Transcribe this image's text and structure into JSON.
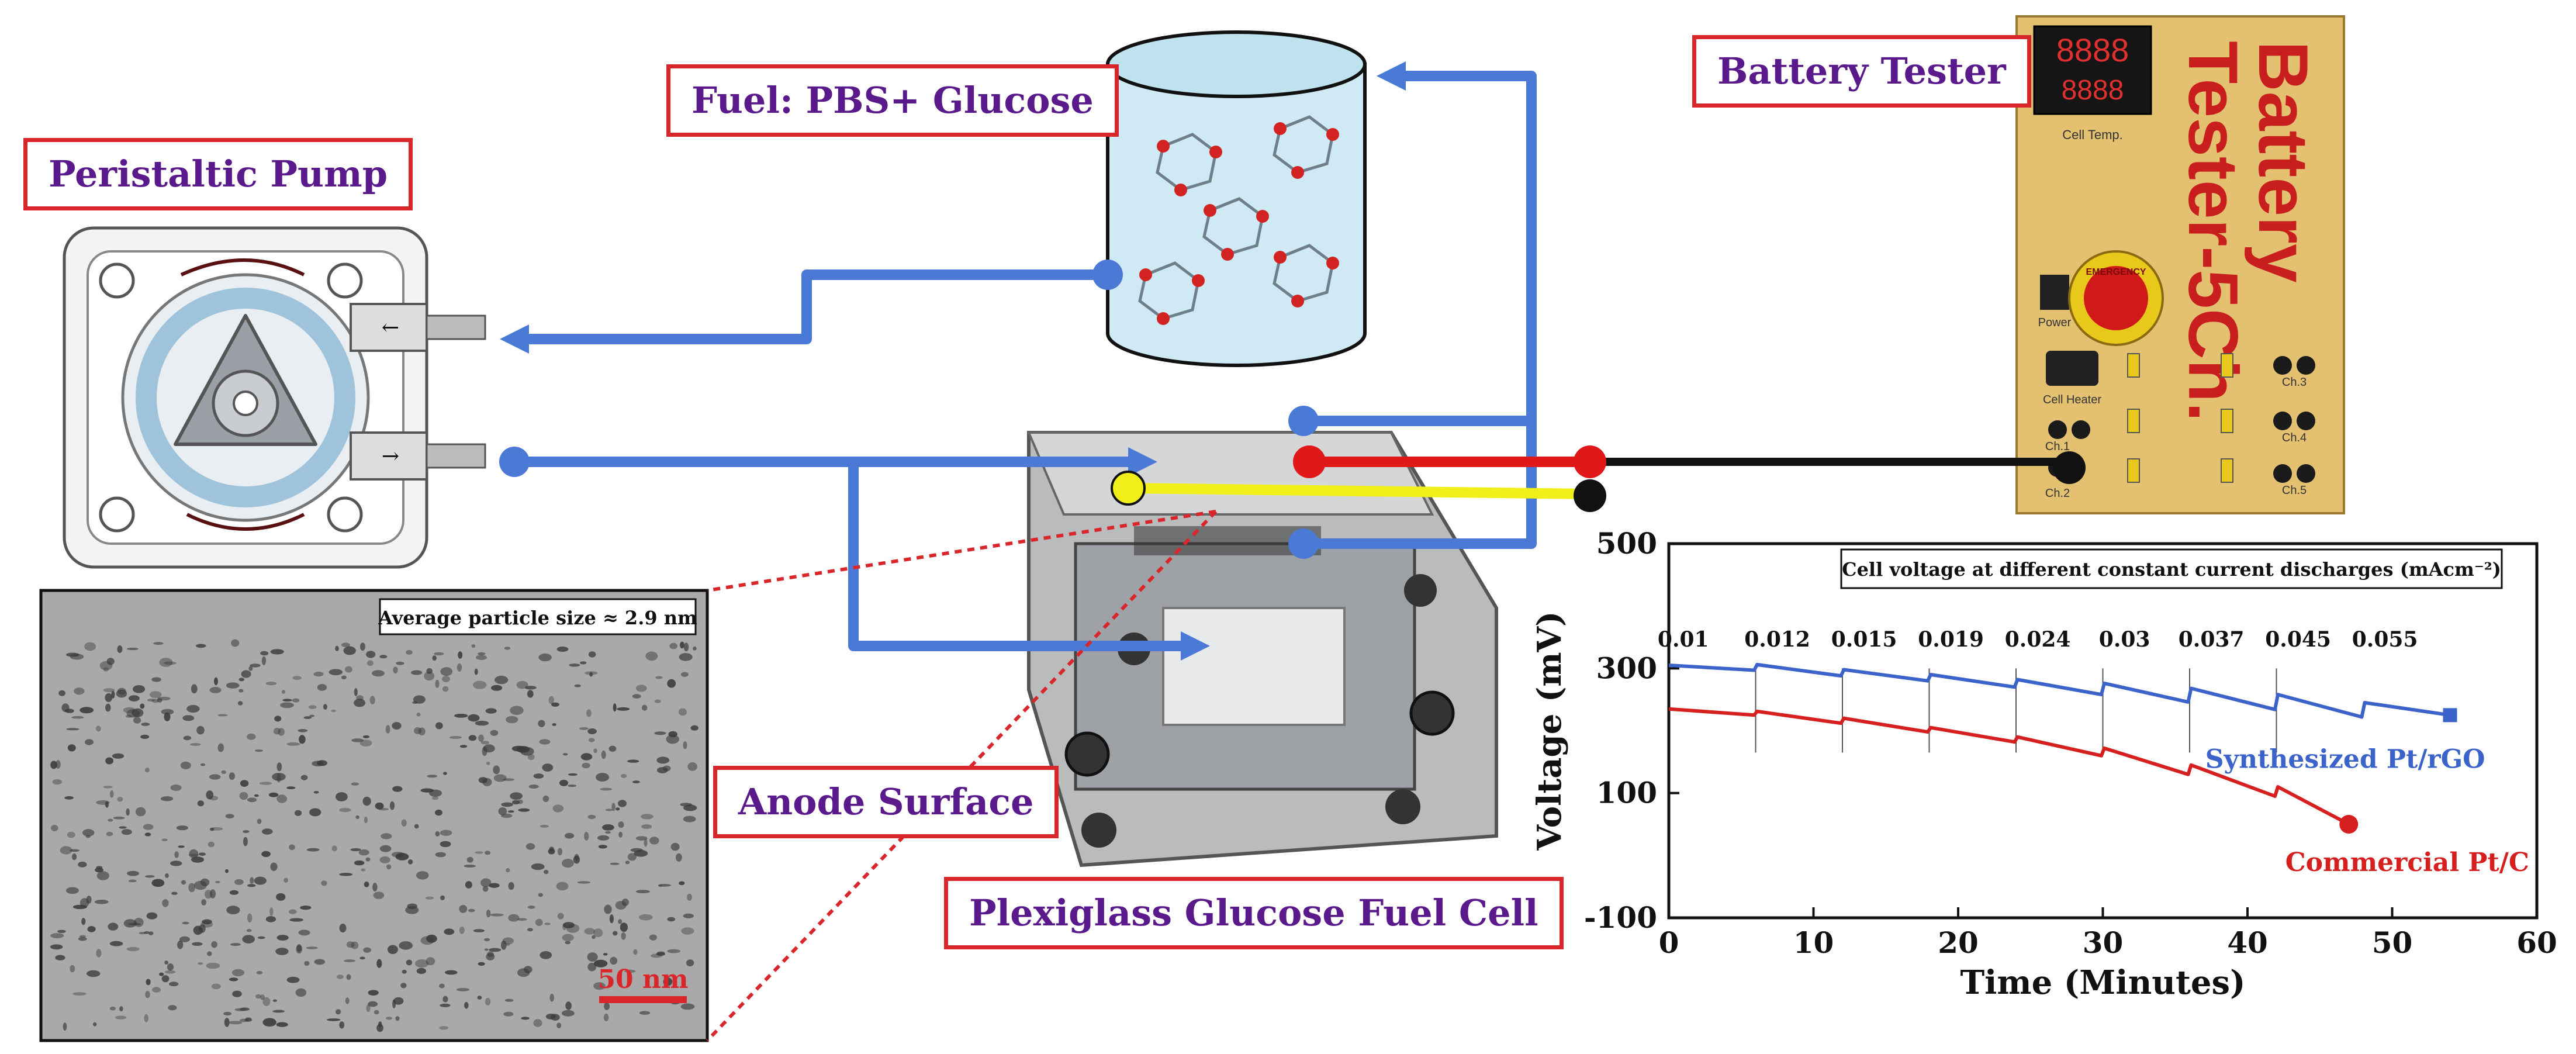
{
  "labels": {
    "pump": "Peristaltic Pump",
    "fuel": "Fuel: PBS+ Glucose",
    "battery": "Battery Tester",
    "anode": "Anode Surface",
    "fuel_cell": "Plexiglass Glucose Fuel Cell"
  },
  "battery_tester": {
    "brand_line1": "Battery",
    "brand_line2": "Tester-5Ch.",
    "display_top": "8888",
    "display_bottom": "8888",
    "cell_temp": "Cell Temp.",
    "power": "Power",
    "cell_heater": "Cell Heater",
    "emergency": "EMERGENCY",
    "ch_labels": [
      "Ch.1",
      "Ch.2",
      "Ch.3",
      "Ch.4",
      "Ch.5"
    ]
  },
  "micrograph": {
    "caption": "Average particle size ≈ 2.9 nm",
    "scale_bar": "50 nm"
  },
  "colors": {
    "tube_blue": "#4a7ad6",
    "wire_red": "#e01818",
    "wire_yellow": "#f0ef1a",
    "wire_black": "#111111",
    "label_border": "#d9262b",
    "label_text": "#5b1a8c",
    "series_rgo": "#3b63c9",
    "series_ptc": "#d62020"
  },
  "chart_data": {
    "type": "line",
    "title": "Cell voltage at different constant current discharges (mAcm⁻²)",
    "xlabel": "Time (Minutes)",
    "ylabel": "Voltage (mV)",
    "xlim": [
      0,
      60
    ],
    "ylim": [
      -100,
      500
    ],
    "x_ticks": [
      0,
      10,
      20,
      30,
      40,
      50,
      60
    ],
    "y_ticks": [
      -100,
      100,
      300,
      500
    ],
    "grid": false,
    "current_labels": [
      {
        "text": "0.01",
        "x": 1
      },
      {
        "text": "0.012",
        "x": 7.5
      },
      {
        "text": "0.015",
        "x": 13.5
      },
      {
        "text": "0.019",
        "x": 19.5
      },
      {
        "text": "0.024",
        "x": 25.5
      },
      {
        "text": "0.03",
        "x": 31.5
      },
      {
        "text": "0.037",
        "x": 37.5
      },
      {
        "text": "0.045",
        "x": 43.5
      },
      {
        "text": "0.055",
        "x": 49.5
      }
    ],
    "series": [
      {
        "name": "Synthesized Pt/rGO",
        "color": "#3b63c9",
        "x": [
          0,
          5.9,
          6.1,
          11.9,
          12.1,
          17.9,
          18.1,
          23.9,
          24.1,
          29.9,
          30.1,
          35.9,
          36.1,
          41.9,
          42.1,
          47.9,
          48.1,
          54
        ],
        "y": [
          305,
          297,
          306,
          288,
          298,
          280,
          290,
          270,
          282,
          258,
          276,
          246,
          268,
          234,
          258,
          222,
          245,
          225
        ]
      },
      {
        "name": "Commercial Pt/C",
        "color": "#d62020",
        "x": [
          0,
          5.9,
          6.1,
          11.9,
          12.1,
          17.9,
          18.1,
          23.9,
          24.1,
          29.9,
          30.1,
          35.9,
          36.1,
          41.9,
          42.1,
          47
        ],
        "y": [
          235,
          225,
          231,
          212,
          220,
          198,
          205,
          182,
          190,
          160,
          172,
          130,
          145,
          95,
          110,
          50
        ]
      }
    ]
  }
}
